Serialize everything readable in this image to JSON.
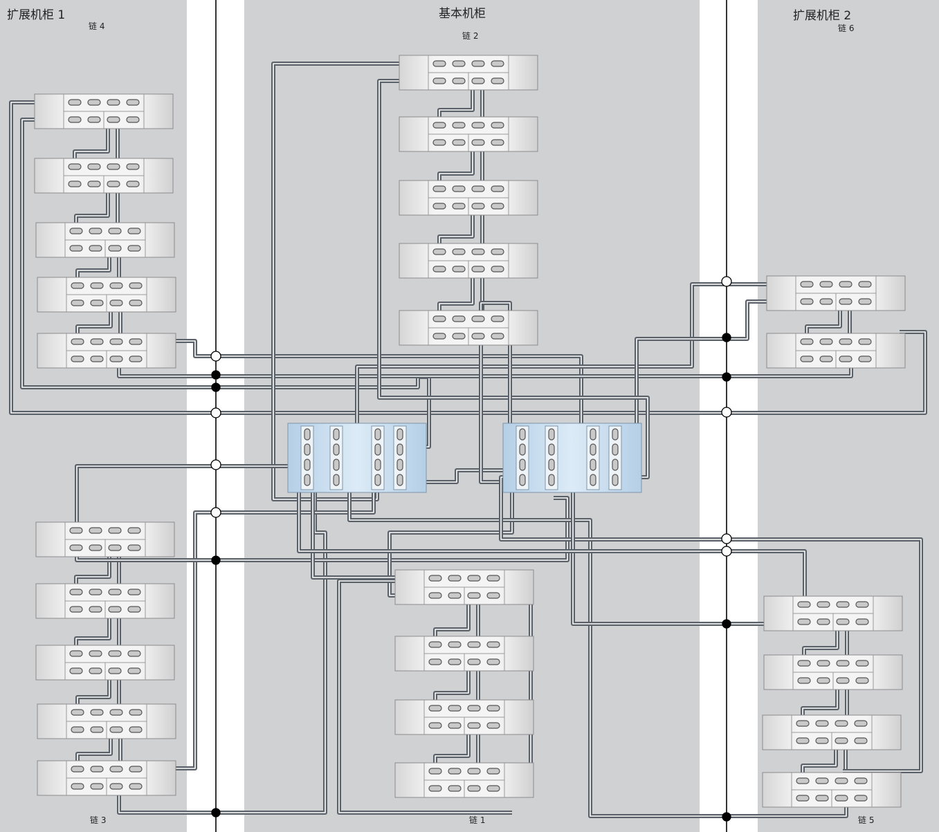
{
  "cabinets": {
    "expansion1": {
      "title": "扩展机柜 1",
      "chain_top": "链 4",
      "chain_bottom": "链 3"
    },
    "base": {
      "title": "基本机柜",
      "chain_top": "链 2",
      "chain_bottom": "链 1"
    },
    "expansion2": {
      "title": "扩展机柜 2",
      "chain_top": "链 6",
      "chain_bottom": "链 5"
    }
  },
  "colors": {
    "cabinet_bg": "#d0d1d3",
    "cable": "#5a6169",
    "cable_highlight": "#ffffff",
    "controller": "#c4dbee",
    "shelf": "#e9e9e9",
    "rail": "#000000"
  },
  "icons": {
    "shelf": "disk-shelf-icon",
    "controller": "controller-icon",
    "junction": "junction-dot-icon",
    "crossing": "crossover-circle-icon"
  }
}
